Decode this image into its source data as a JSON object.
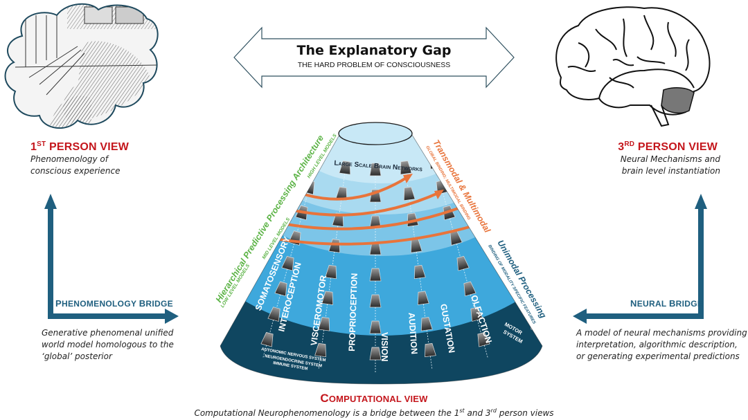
{
  "header": {
    "title": "The Explanatory Gap",
    "subtitle": "THE HARD PROBLEM OF CONSCIOUSNESS"
  },
  "first_person": {
    "ordinal": "1",
    "ordinal_sup": "ST",
    "title": "PERSON VIEW",
    "desc_line1": "Phenomenology of",
    "desc_line2": "conscious experience",
    "image": "engraving-person-thought-cloud"
  },
  "third_person": {
    "ordinal": "3",
    "ordinal_sup": "RD",
    "title": "PERSON VIEW",
    "desc_line1": "Neural Mechanisms and",
    "desc_line2": "brain level  instantiation",
    "image": "brain-line-drawing"
  },
  "phenomenology_bridge": {
    "label_first": "P",
    "label_rest": "HENOMENOLOGY ",
    "label_first2": "B",
    "label_rest2": "RIDGE",
    "desc_line1": "Generative phenomenal unified",
    "desc_line2": "world model homologous to the",
    "desc_line3": "‘global’ posterior"
  },
  "neural_bridge": {
    "label_first": "N",
    "label_rest": "EURAL ",
    "label_first2": "B",
    "label_rest2": "RIDGE",
    "desc_line1": "A model of neural mechanisms providing",
    "desc_line2": "interpretation, algorithmic description,",
    "desc_line3": "or generating experimental predictions"
  },
  "cone": {
    "top_label": "Large Scale Brain Networks",
    "hierarchy_title": "Hierarchical Predictive Processing Architecture",
    "high_level": "HIGH LEVEL MODELS",
    "mid_level": "MID LEVEL MODELS",
    "low_level": "LOW LEVEL MODELS",
    "transmodal_title": "Transmodal & Multimodal",
    "transmodal_sub": "GLOBAL BINDING; MULTIMODAL BINDING",
    "unimodal_title": "Unimodal Processing",
    "unimodal_sub": "BINDING OF MODALITY SPECIFIC FEATURES",
    "modalities": [
      "SOMATOSENSORY",
      "INTEROCEPTION",
      "VISCEROMOTOR",
      "PROPRIOCEPTION",
      "VISION",
      "AUDITION",
      "GUSTATION",
      "OLFACTION"
    ],
    "motor_line1": "MOTOR",
    "motor_line2": "SYSTEM",
    "visceral_line1": "AUTONOMIC NERVOUS SYSTEM",
    "visceral_line2": "NEUROENDOCRINE SYSTEM",
    "visceral_line3": "IMMUNE SYSTEM"
  },
  "footer": {
    "title_first": "C",
    "title_rest": "OMPUTATIONAL VIEW",
    "desc_pre": "Computational Neurophenomenology is a bridge between the 1",
    "desc_sup1": "st",
    "desc_mid": " and 3",
    "desc_sup2": "rd",
    "desc_post": " person views"
  },
  "colors": {
    "title_red": "#c4161c",
    "bridge_blue": "#1f5f7f",
    "hierarchy_green": "#5bb345",
    "transmodal_orange": "#e8743b",
    "unimodal_blue": "#1f5f7f",
    "cone_dark": "#0f4660",
    "cone_mid": "#3ea8dc",
    "cone_light": "#bfe3f3"
  }
}
